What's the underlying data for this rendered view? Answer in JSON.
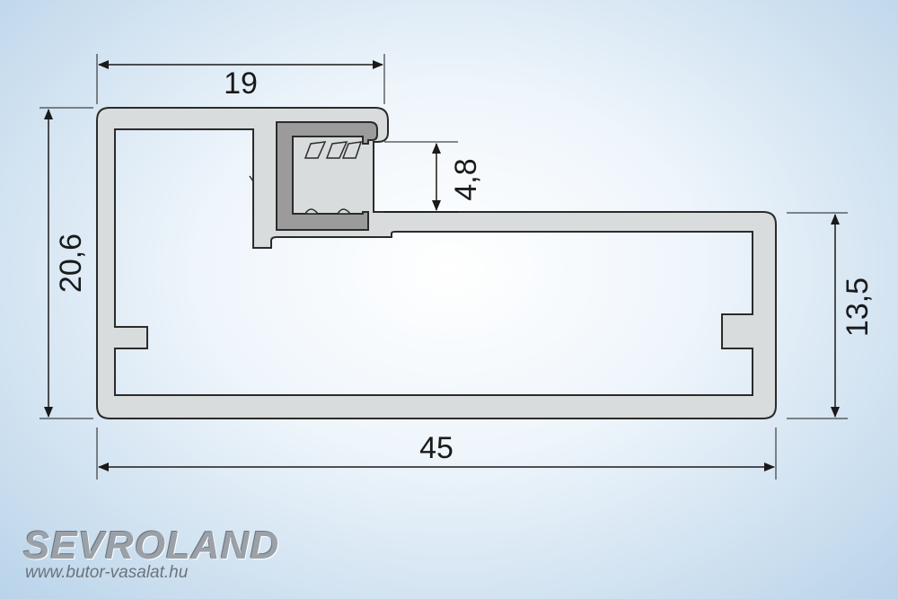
{
  "dimensions": {
    "top_width": "19",
    "left_height": "20,6",
    "groove_depth": "4,8",
    "right_height": "13,5",
    "bottom_width": "45"
  },
  "brand": {
    "name": "SEVROLAND",
    "url": "www.butor-vasalat.hu"
  },
  "colors": {
    "profile_fill": "#d9dcdd",
    "profile_stroke": "#2b2b2b",
    "gasket_fill": "#9b9b9b",
    "dimension_line": "#1a1a1a"
  }
}
